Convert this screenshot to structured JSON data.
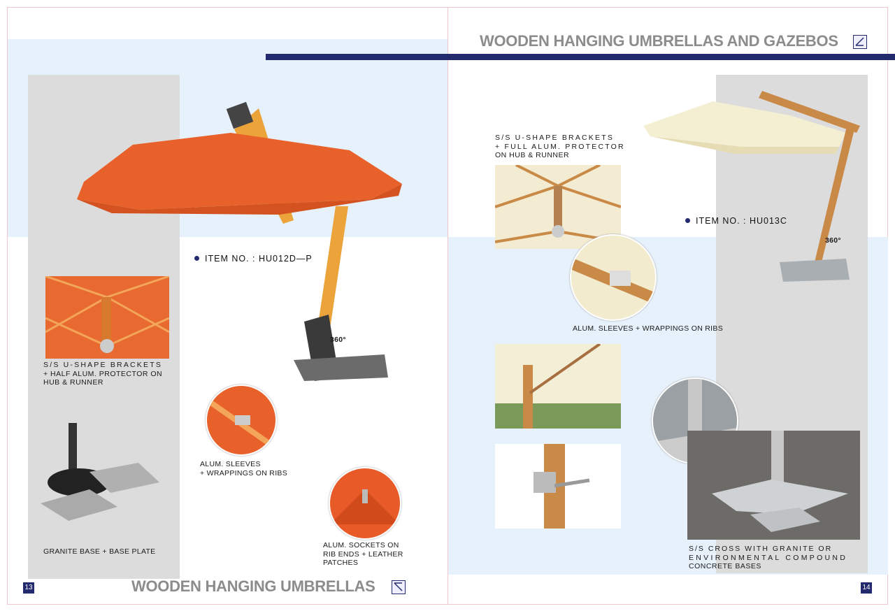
{
  "left_page": {
    "page_number": "13",
    "footer_title": "WOODEN HANGING UMBRELLAS",
    "item_number": "ITEM NO. : HU012D—P",
    "rotation_label": "360°",
    "captions": {
      "brackets": [
        "S/S U-SHAPE BRACKETS",
        "+ HALF ALUM. PROTECTOR ON",
        "HUB & RUNNER"
      ],
      "base": "GRANITE BASE + BASE PLATE",
      "sleeves": [
        "ALUM. SLEEVES",
        "+ WRAPPINGS ON RIBS"
      ],
      "sockets": [
        "ALUM. SOCKETS ON",
        "RIB ENDS + LEATHER",
        "PATCHES"
      ]
    },
    "colors": {
      "canopy": "#e8602a",
      "wood": "#eba33a"
    }
  },
  "right_page": {
    "page_number": "14",
    "header_title": "WOODEN HANGING UMBRELLAS AND GAZEBOS",
    "item_number": "ITEM NO. : HU013C",
    "rotation_label": "360°",
    "captions": {
      "brackets": [
        "S/S U-SHAPE BRACKETS",
        "+ FULL ALUM. PROTECTOR",
        "ON HUB & RUNNER"
      ],
      "sleeves": "ALUM. SLEEVES + WRAPPINGS ON RIBS",
      "bases": [
        "S/S CROSS WITH GRANITE OR",
        "ENVIRONMENTAL COMPOUND",
        "CONCRETE BASES"
      ]
    },
    "colors": {
      "canopy": "#f4eed2",
      "wood": "#c98a48"
    }
  },
  "colors": {
    "navy": "#232a6e",
    "title_gray": "#8c8c8c",
    "band": "#e6f1fb"
  }
}
